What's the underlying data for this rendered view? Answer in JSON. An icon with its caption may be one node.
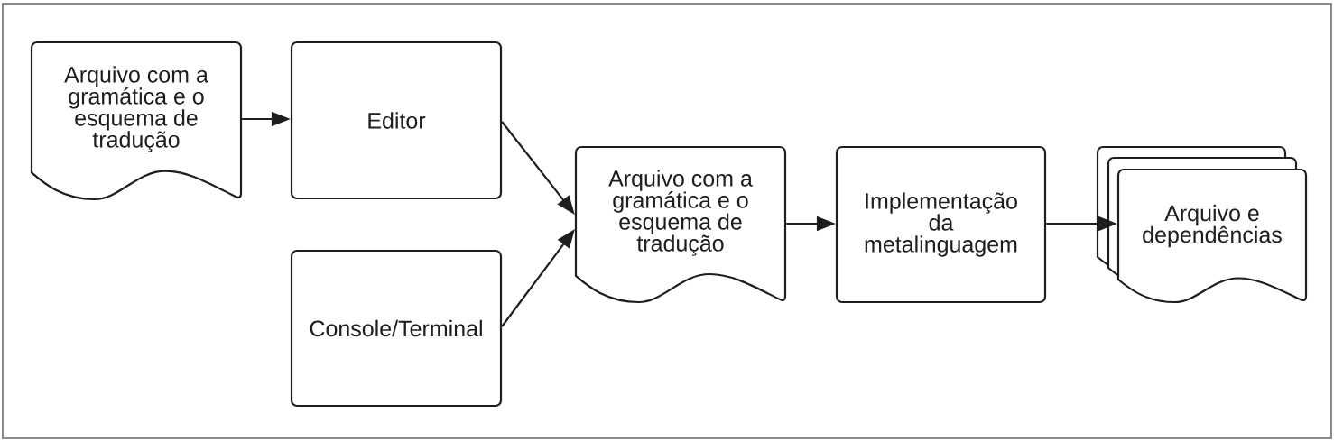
{
  "diagram": {
    "nodes": [
      {
        "text": [
          "Arquivo com a gramática e o esquema de tradução"
        ]
      },
      {
        "text": [
          "Editor"
        ]
      },
      {
        "text": [
          "Console/Terminal"
        ]
      },
      {
        "text": [
          "Arquivo com a gramática e o esquema de tradução"
        ]
      },
      {
        "text": [
          "Implementação da metalinguagem"
        ]
      },
      {
        "text": [
          "Arquivo e dependências"
        ]
      }
    ],
    "edges": [
      {
        "from": 0,
        "to": 1,
        "arrow": "to"
      },
      {
        "from": 1,
        "to": 3,
        "arrow": "to"
      },
      {
        "from": 2,
        "to": 3,
        "arrow": "to"
      },
      {
        "from": 3,
        "to": 4,
        "arrow": "to"
      },
      {
        "from": 4,
        "to": 5,
        "arrow": "to"
      }
    ]
  }
}
